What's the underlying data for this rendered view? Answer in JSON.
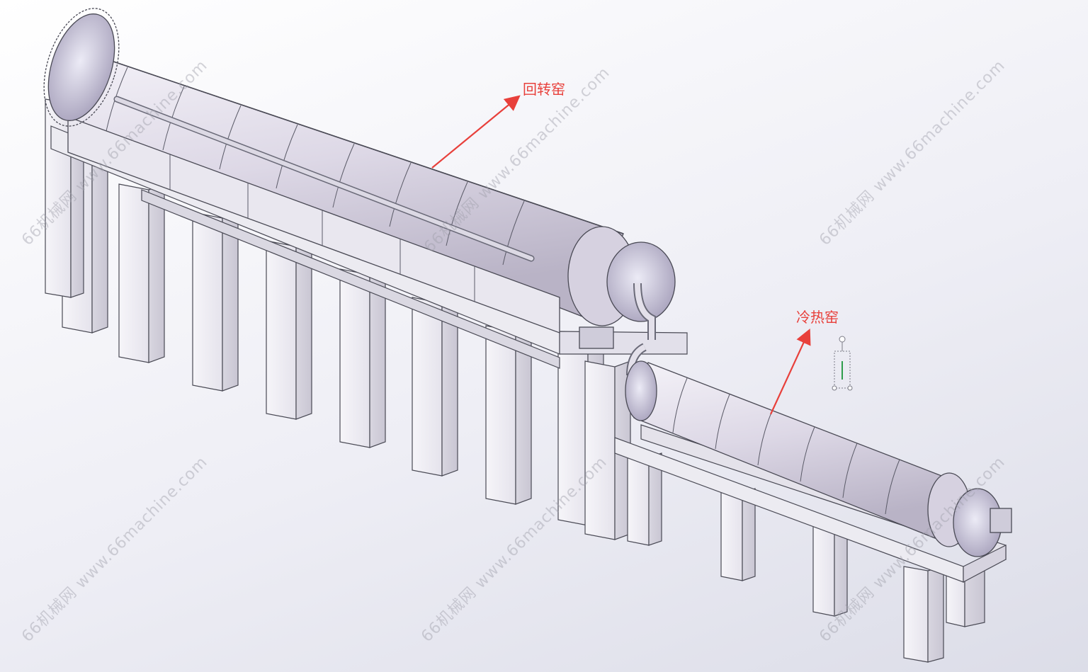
{
  "labels": {
    "rotary_kiln": "回转窑",
    "cooling_kiln": "冷热窑"
  },
  "watermark": {
    "text": "66机械网 www.66machine.com"
  },
  "colors": {
    "annotation": "#e8403b",
    "body": "#e4e2ea",
    "outline": "#4a4a55",
    "drum": "#d9d3e3",
    "watermark": "#a0a0aa"
  }
}
